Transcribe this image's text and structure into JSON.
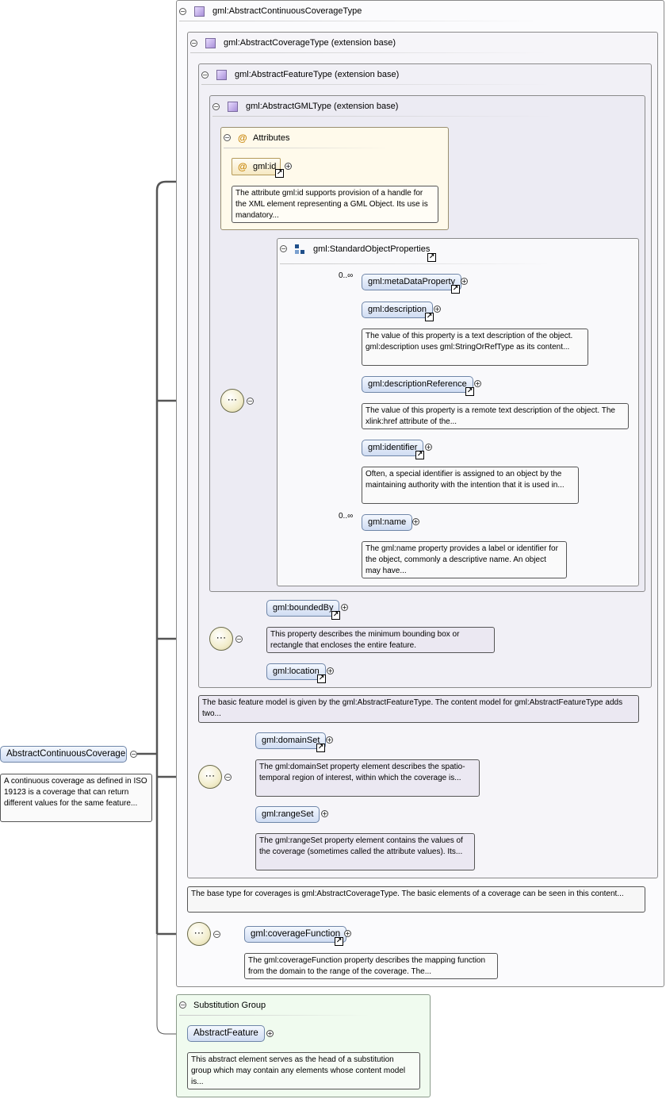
{
  "root": {
    "name": "AbstractContinuousCoverage",
    "doc": "A continuous coverage as defined in ISO 19123 is a coverage that can return different values for the same feature..."
  },
  "types": {
    "continuous": "gml:AbstractContinuousCoverageType",
    "coverage": "gml:AbstractCoverageType (extension base)",
    "feature": "gml:AbstractFeatureType (extension base)",
    "gml": "gml:AbstractGMLType (extension base)"
  },
  "attributes": {
    "title": "Attributes",
    "id_name": "gml:id",
    "id_doc": "The attribute gml:id supports provision of a handle for the XML element representing a GML Object. Its use is mandatory..."
  },
  "group": {
    "name": "gml:StandardObjectProperties",
    "items": [
      {
        "occ": "0..∞",
        "name": "gml:metaDataProperty",
        "doc": ""
      },
      {
        "occ": "",
        "name": "gml:description",
        "doc": "The value of this property is a text description of the object. gml:description uses gml:StringOrRefType as its content..."
      },
      {
        "occ": "",
        "name": "gml:descriptionReference",
        "doc": "The value of this property is a remote text description of the object. The xlink:href attribute of the..."
      },
      {
        "occ": "",
        "name": "gml:identifier",
        "doc": "Often, a special identifier is assigned to an object by the maintaining authority with the intention that it is used in..."
      },
      {
        "occ": "0..∞",
        "name": "gml:name",
        "doc": "The gml:name property provides a label or identifier for the object, commonly a descriptive name. An object may have..."
      }
    ]
  },
  "feature_seq": {
    "boundedBy": "gml:boundedBy",
    "boundedBy_doc": "This property describes the minimum bounding box or rectangle that encloses the entire feature.",
    "location": "gml:location",
    "feature_doc": "The basic feature model is given by the gml:AbstractFeatureType. The content model for gml:AbstractFeatureType adds two..."
  },
  "coverage_seq": {
    "domainSet": "gml:domainSet",
    "domainSet_doc": "The gml:domainSet property element describes the spatio-temporal region of interest, within which the coverage is...",
    "rangeSet": "gml:rangeSet",
    "rangeSet_doc": "The gml:rangeSet property element contains the values of the coverage (sometimes called the attribute values). Its...",
    "coverage_doc": "The base type for coverages is gml:AbstractCoverageType. The basic elements of a coverage can be seen in this content..."
  },
  "continuous_seq": {
    "coverageFunction": "gml:coverageFunction",
    "coverageFunction_doc": "The gml:coverageFunction property describes the mapping function from the domain to the range of the coverage. The..."
  },
  "substitution": {
    "title": "Substitution Group",
    "name": "AbstractFeature",
    "doc": "This abstract element serves as the head of a substitution group which may contain any elements whose content model is..."
  },
  "glyphs": {
    "collapse": "−",
    "expand": "+",
    "reference": "↗",
    "attribute": "@",
    "sequence": "⋯"
  },
  "colors": {
    "type_box": "#f3f1f8",
    "attributes_box": "#fffaeb",
    "substitution_box": "#f0fbef",
    "element_fill": "#d6e2f5",
    "compositor_fill": "#f2edcc"
  }
}
